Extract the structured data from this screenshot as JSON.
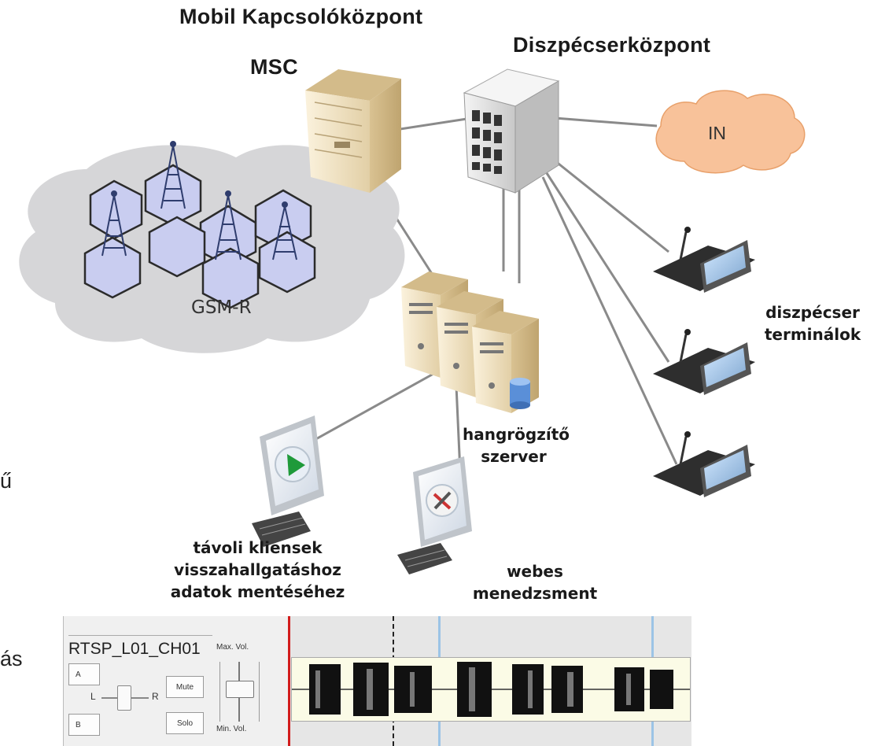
{
  "labels": {
    "msc_title": "Mobil Kapcsolóközpont",
    "msc_short": "MSC",
    "dispatch_center": "Diszpécserközpont",
    "in_cloud": "IN",
    "gsm_cloud": "GSM-R",
    "dispatch_terminals_1": "diszpécser",
    "dispatch_terminals_2": "terminálok",
    "recorder_1": "hangrögzítő",
    "recorder_2": "szerver",
    "remote_1": "távoli kliensek",
    "remote_2": "visszahallgatáshoz",
    "remote_3": "adatok mentéséhez",
    "web_1": "webes",
    "web_2": "menedzsment",
    "left_edge_1": "ű",
    "left_edge_2": "ás"
  },
  "audio_panel": {
    "channel_name": "RTSP_L01_CH01",
    "btn_a": "A",
    "btn_b": "B",
    "pan_l": "L",
    "pan_r": "R",
    "mute": "Mute",
    "solo": "Solo",
    "max_vol": "Max. Vol.",
    "min_vol": "Min. Vol."
  },
  "colors": {
    "cloud_gray": "#d6d6d8",
    "cloud_orange": "#f8c29a",
    "hex_fill": "#c9cdf0",
    "server_beige": "#f1e3c4",
    "switch_gray": "#eaeaea",
    "line_gray": "#8a8a8a",
    "waveform": "#111111",
    "wave_bg": "#fbfbe6",
    "playhead_red": "#d21c1c",
    "marker_blue": "#9cc4e6"
  },
  "icons": [
    "tower-icon",
    "server-tower-icon",
    "switch-icon",
    "database-icon",
    "monitor-play-icon",
    "monitor-tools-icon",
    "dispatch-terminal-icon"
  ]
}
